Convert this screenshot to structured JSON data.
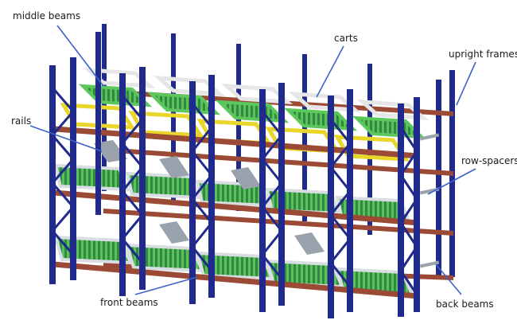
{
  "labels": {
    "middle_beams": "middle beams",
    "carts": "carts",
    "upright_frames": "upright frames",
    "rails": "rails",
    "row_spacers": "row-spacers",
    "front_beams": "front beams",
    "back_beams": "back beams"
  },
  "colors": {
    "upright": "#1f2a8c",
    "beam": "#9a4a35",
    "cart_yellow": "#e8d62a",
    "cart_green": "#5cc85c",
    "cart_white": "#e6e6e6",
    "rail": "#9aa3ad",
    "leader": "#3b63c8"
  }
}
